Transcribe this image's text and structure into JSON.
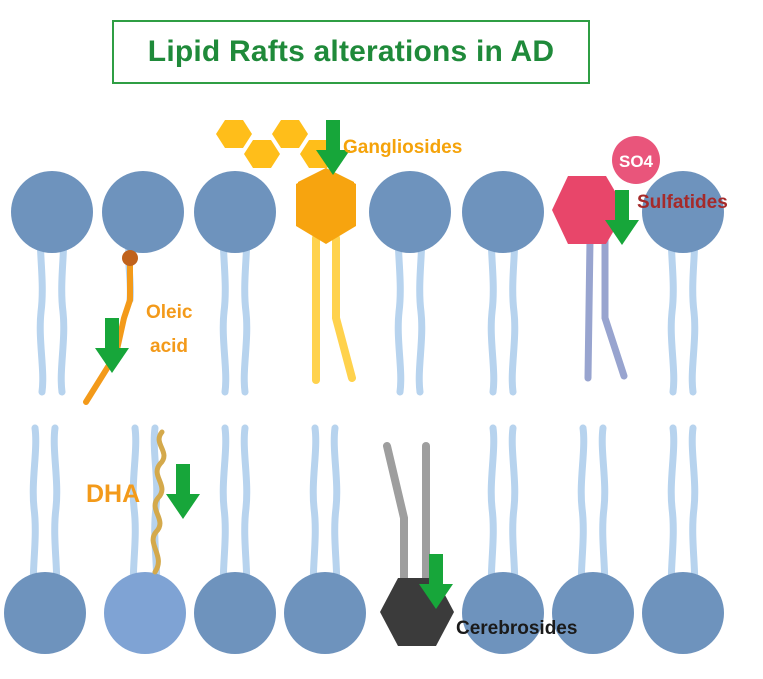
{
  "title": "Lipid Rafts alterations in AD",
  "labels": {
    "gangliosides": "Gangliosides",
    "so4": "SO4",
    "sulfatides": "Sulfatides",
    "oleic_line1": "Oleic",
    "oleic_line2": "acid",
    "dha": "DHA",
    "cerebrosides": "Cerebrosides"
  },
  "colors": {
    "title": "#1f8a3a",
    "head": "#6e93bd",
    "tail": "#b7d3ee",
    "arrow": "#17a63a",
    "ganglioside": "#f5a30a",
    "ganglioside_tail": "#ffd24d",
    "sulfatide_head": "#e8466a",
    "sulfatide_tail": "#98a4cf",
    "so4": "#e9557b",
    "oleic": "#f39a1a",
    "dha": "#d4a94b",
    "cerebroside_head": "#3b3b3b",
    "cerebroside_tail": "#9e9e9e"
  },
  "icons": [
    "down-arrow-icon",
    "hexagon-icon",
    "phospholipid-icon"
  ]
}
